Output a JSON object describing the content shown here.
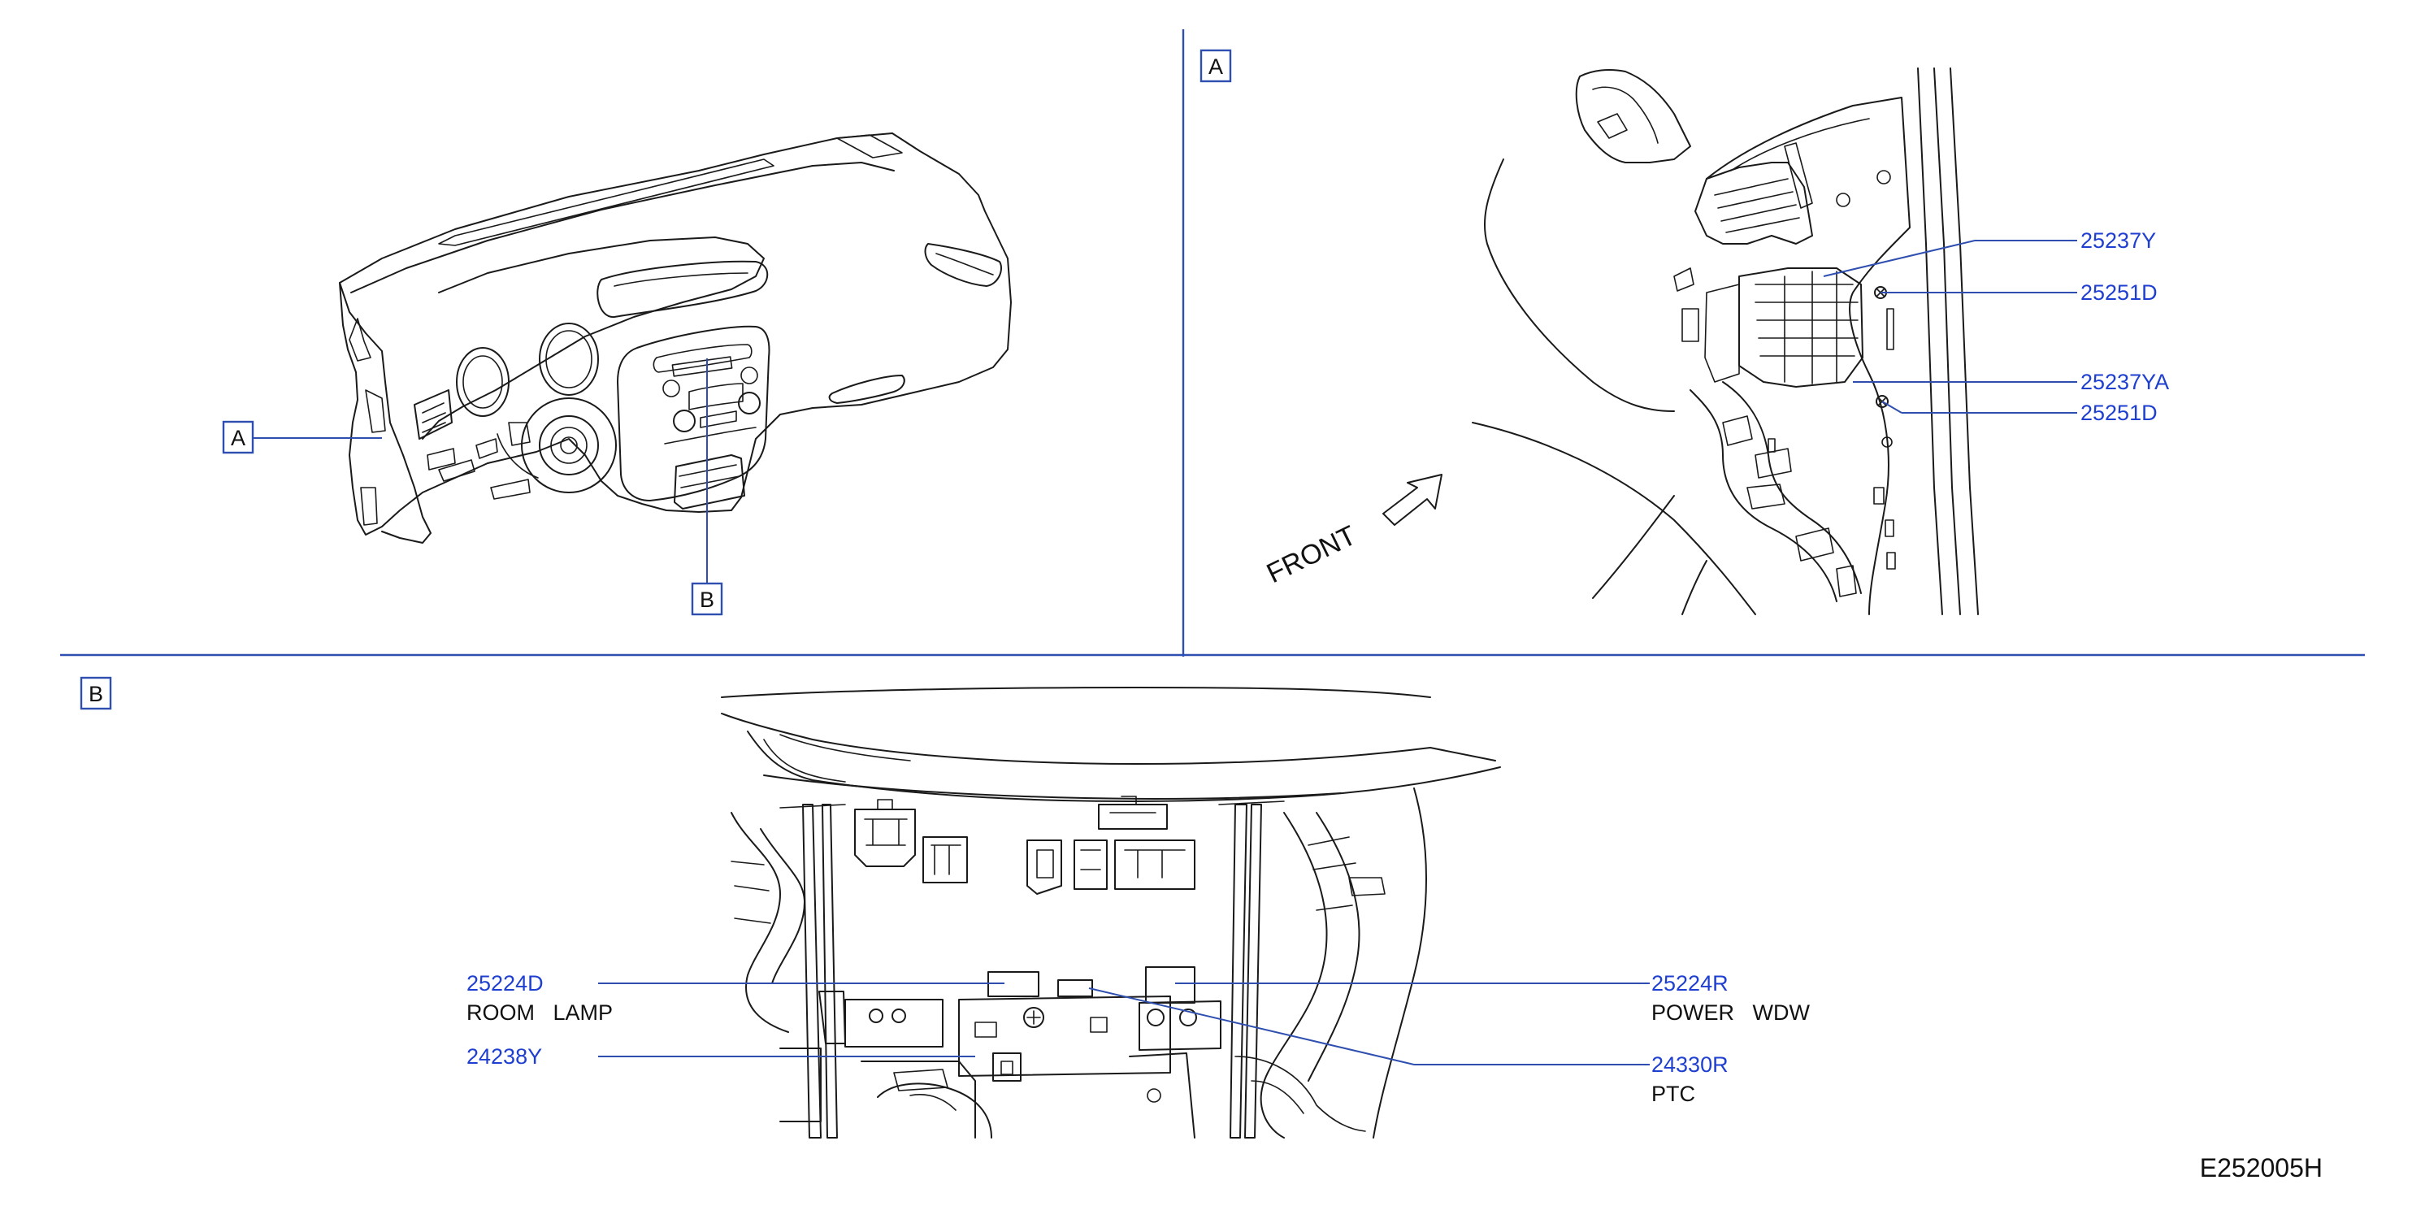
{
  "figure_code": "E252005H",
  "views": {
    "overview": {
      "callouts": [
        "A",
        "B"
      ]
    },
    "detail_a": {
      "label": "A",
      "front_label": "FRONT",
      "parts": [
        {
          "code": "25237Y"
        },
        {
          "code": "25251D"
        },
        {
          "code": "25237YA"
        },
        {
          "code": "25251D"
        }
      ]
    },
    "detail_b": {
      "label": "B",
      "left_parts": [
        {
          "code": "25224D",
          "desc": "ROOM   LAMP"
        },
        {
          "code": "24238Y",
          "desc": ""
        }
      ],
      "right_parts": [
        {
          "code": "25224R",
          "desc": "POWER   WDW"
        },
        {
          "code": "24330R",
          "desc": "PTC"
        }
      ]
    }
  },
  "colors": {
    "leader": "#2f4fb0",
    "part_number": "#1f3fd0",
    "line_art": "#1a1a1a"
  }
}
